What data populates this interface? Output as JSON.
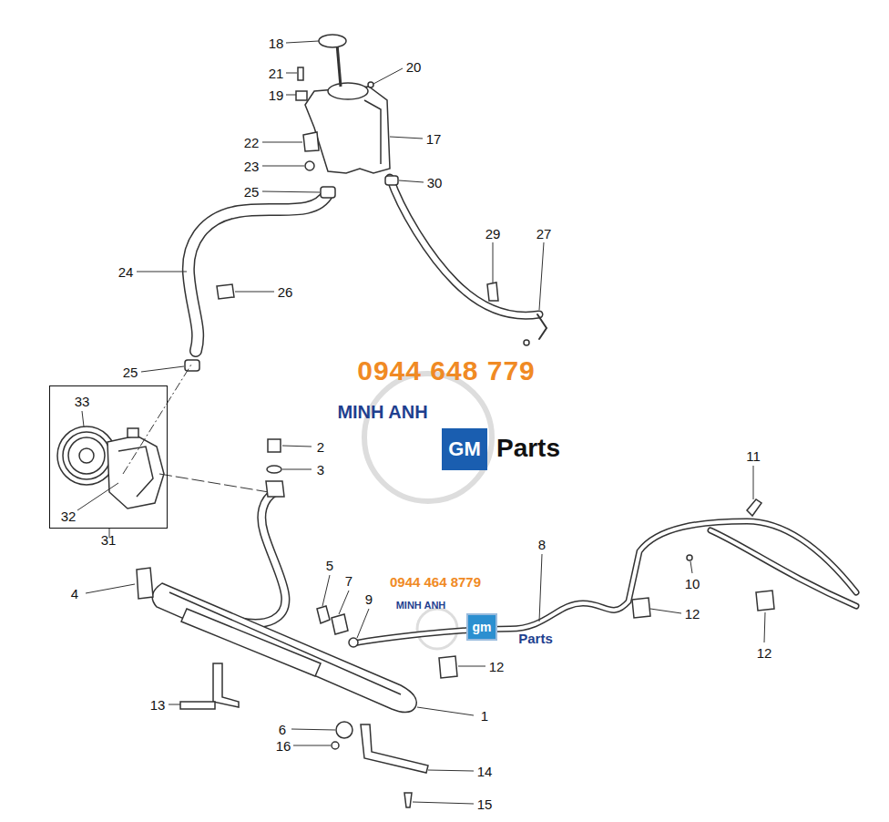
{
  "diagram": {
    "nodes": [
      {
        "text": [
          "31"
        ]
      }
    ],
    "labels": [
      "18",
      "21",
      "20",
      "19",
      "17",
      "22",
      "23",
      "25",
      "30",
      "29",
      "27",
      "24",
      "26",
      "25",
      "33",
      "2",
      "3",
      "32",
      "11",
      "8",
      "4",
      "5",
      "7",
      "9",
      "10",
      "12",
      "12",
      "12",
      "13",
      "1",
      "6",
      "16",
      "14",
      "15",
      "0944 648 779",
      "MINH ANH",
      "GM",
      "Parts",
      "0944 464 8779",
      "MINH ANH",
      "gm",
      "Parts"
    ]
  }
}
